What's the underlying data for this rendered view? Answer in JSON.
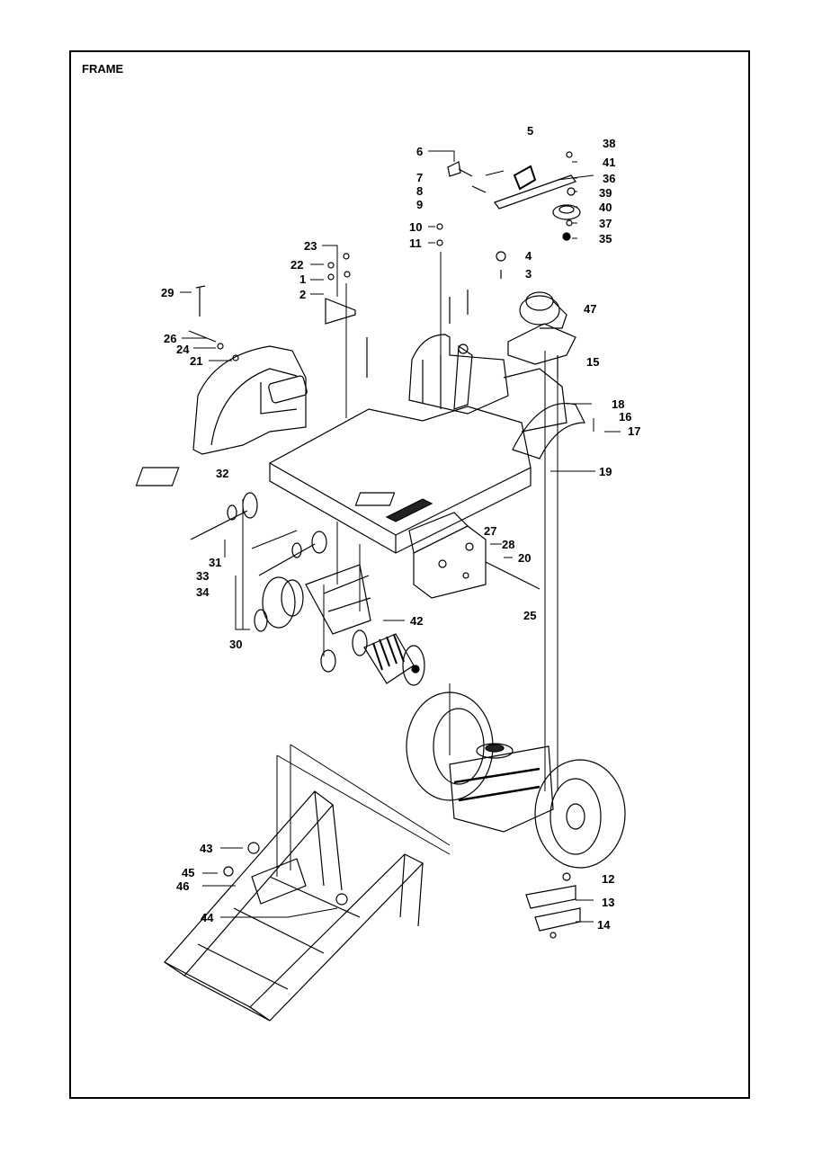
{
  "title": "FRAME",
  "callouts": {
    "c1": "1",
    "c2": "2",
    "c3": "3",
    "c4": "4",
    "c5": "5",
    "c6": "6",
    "c7": "7",
    "c8": "8",
    "c9": "9",
    "c10": "10",
    "c11": "11",
    "c12": "12",
    "c13": "13",
    "c14": "14",
    "c15": "15",
    "c16": "16",
    "c17": "17",
    "c18": "18",
    "c19": "19",
    "c20": "20",
    "c21": "21",
    "c22": "22",
    "c23": "23",
    "c24": "24",
    "c25": "25",
    "c26": "26",
    "c27": "27",
    "c28": "28",
    "c29": "29",
    "c30": "30",
    "c31": "31",
    "c32": "32",
    "c33": "33",
    "c34": "34",
    "c35": "35",
    "c36": "36",
    "c37": "37",
    "c38": "38",
    "c39": "39",
    "c40": "40",
    "c41": "41",
    "c42": "42",
    "c43": "43",
    "c44": "44",
    "c45": "45",
    "c46": "46",
    "c47": "47"
  }
}
